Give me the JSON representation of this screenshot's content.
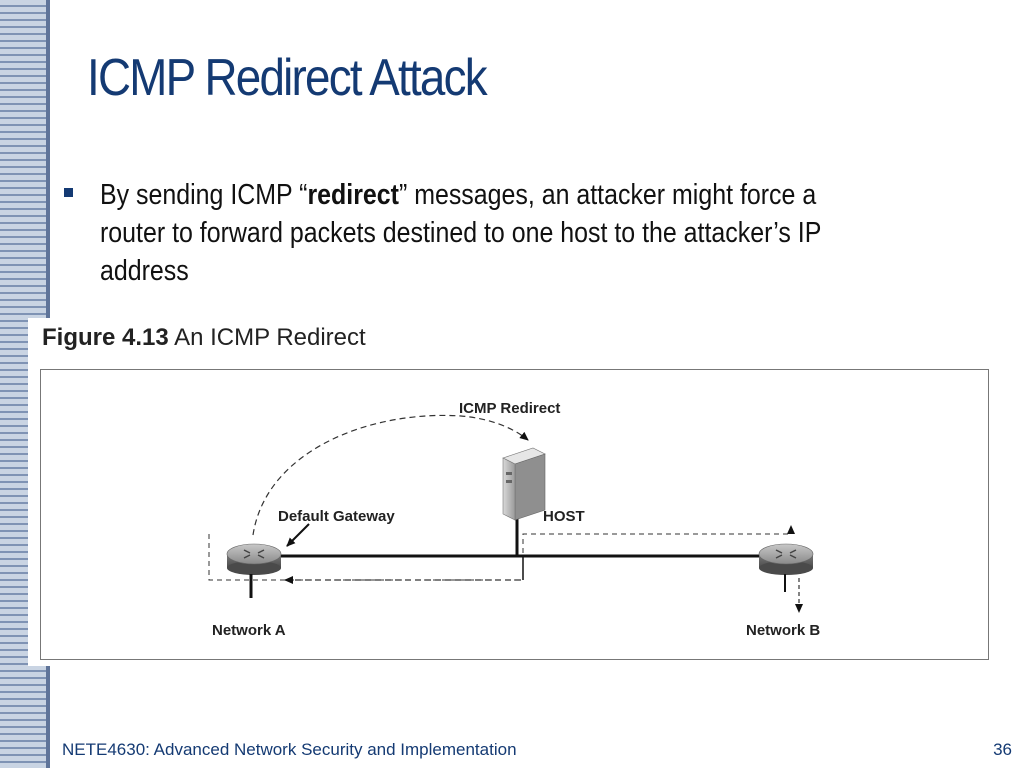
{
  "slide": {
    "title": "ICMP Redirect Attack",
    "bullet": {
      "prefix": "By sending ICMP “",
      "bold": "redirect",
      "suffix": "” messages, an attacker might force a router to forward packets destined to one host to the attacker’s IP address"
    }
  },
  "figure": {
    "number": "Figure 4.13",
    "title": "An ICMP Redirect",
    "labels": {
      "icmp_redirect": "ICMP Redirect",
      "default_gateway": "Default Gateway",
      "host": "HOST",
      "network_a": "Network A",
      "network_b": "Network B"
    }
  },
  "footer": {
    "course": "NETE4630: Advanced Network Security and Implementation",
    "page": "36"
  },
  "colors": {
    "title": "#143a73",
    "sidebar_light": "#c9d4e3",
    "sidebar_dark": "#7f93b4"
  }
}
